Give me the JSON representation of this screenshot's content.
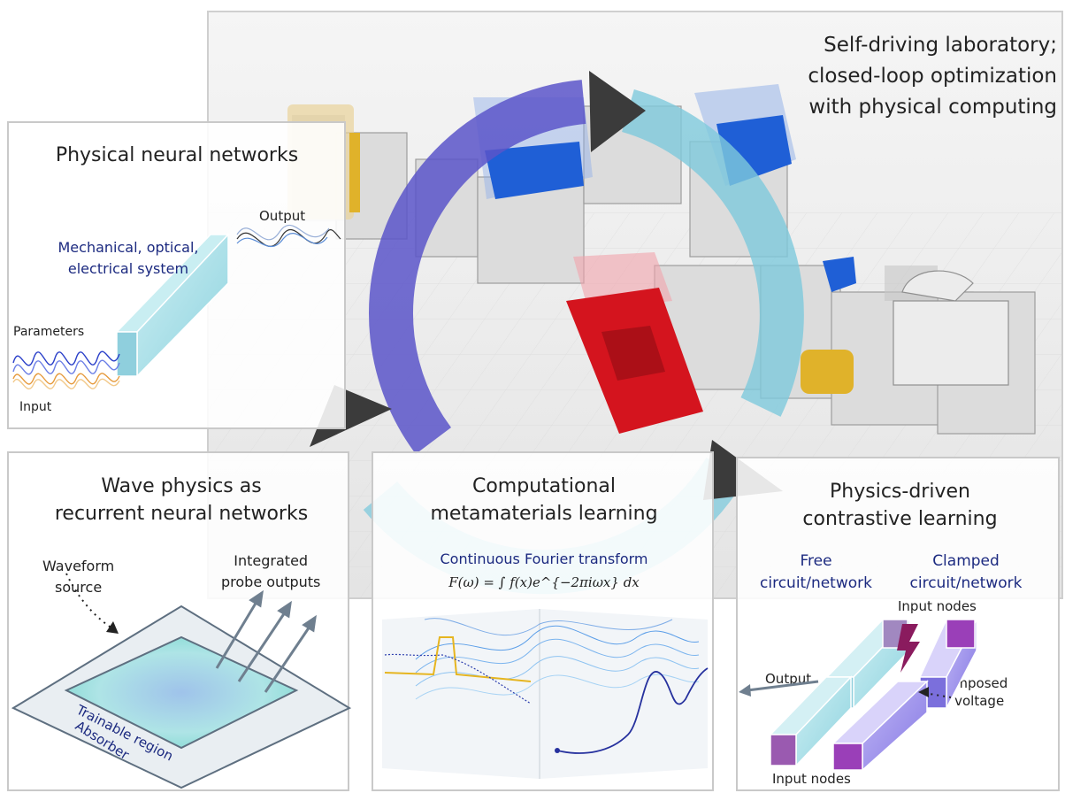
{
  "colors": {
    "cycle_purple": "#5a55c9",
    "cycle_cyan": "#7ec9dc",
    "arrowhead": "#3b3b3b",
    "module_blue": "#1f5fd6",
    "module_red": "#d4141e",
    "module_yellow": "#e0b22a",
    "prism_cyan": "#9fdde6",
    "prism_purple": "#8b7fe6",
    "node_magenta": "#9a5ab0"
  },
  "lab": {
    "title": "Self-driving laboratory;\nclosed-loop optimization\nwith physical computing"
  },
  "pnn": {
    "title": "Physical neural networks",
    "system_label": "Mechanical, optical,\nelectrical system",
    "output_label": "Output",
    "parameters_label": "Parameters",
    "input_label": "Input"
  },
  "wave": {
    "title": "Wave physics as\nrecurrent neural networks",
    "source_label": "Waveform\nsource",
    "probe_label": "Integrated\nprobe outputs",
    "trainable_label": "Trainable region",
    "absorber_label": "Absorber"
  },
  "meta": {
    "title": "Computational\nmetamaterials learning",
    "subtitle": "Continuous Fourier transform",
    "equation": "F(ω)  =  ∫ f(x)e^{−2πiωx} dx"
  },
  "contrastive": {
    "title": "Physics-driven\ncontrastive learning",
    "free_label": "Free\ncircuit/network",
    "clamped_label": "Clamped\ncircuit/network",
    "input_nodes_top": "Input nodes",
    "input_nodes_bottom": "Input nodes",
    "output_label": "Output",
    "voltage_label": "Imposed\nvoltage"
  }
}
